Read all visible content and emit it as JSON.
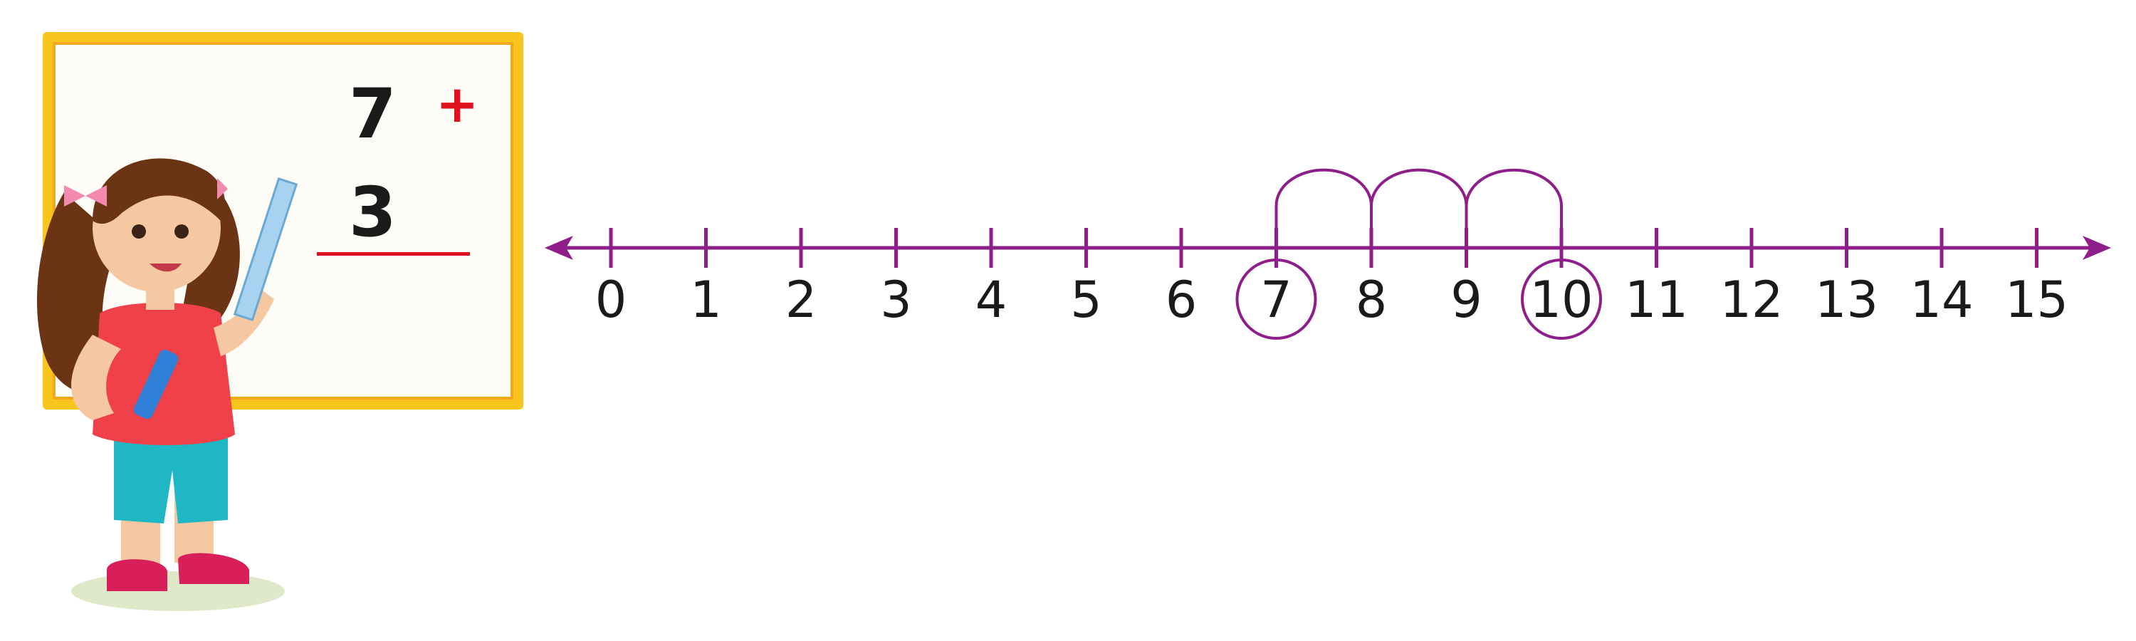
{
  "board": {
    "first_number": "7",
    "operator": "+",
    "second_number": "3"
  },
  "number_line": {
    "color": "#8e1f8a",
    "labels": [
      "0",
      "1",
      "2",
      "3",
      "4",
      "5",
      "6",
      "7",
      "8",
      "9",
      "10",
      "11",
      "12",
      "13",
      "14",
      "15"
    ],
    "circled": [
      "7",
      "10"
    ],
    "jumps": [
      [
        7,
        8
      ],
      [
        8,
        9
      ],
      [
        9,
        10
      ]
    ]
  }
}
